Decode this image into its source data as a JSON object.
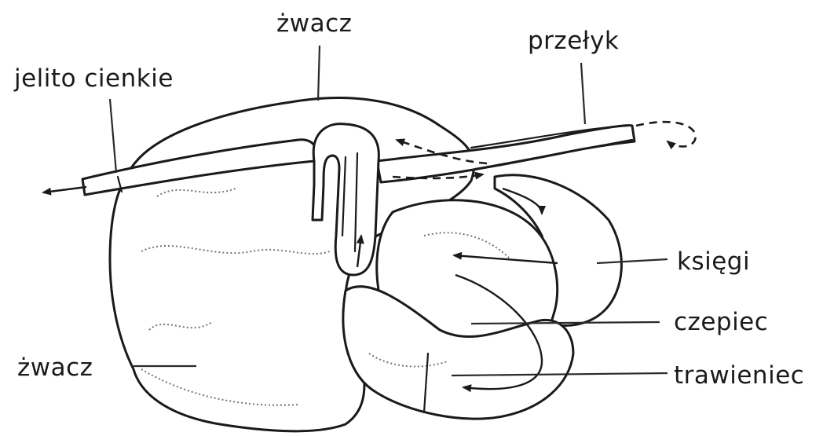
{
  "labels": {
    "zwacz_top": "żwacz",
    "przelyk": "przełyk",
    "jelito_cienkie": "jelito cienkie",
    "ksiegi": "księgi",
    "czepiec": "czepiec",
    "zwacz_left": "żwacz",
    "trawieniec": "trawieniec"
  }
}
